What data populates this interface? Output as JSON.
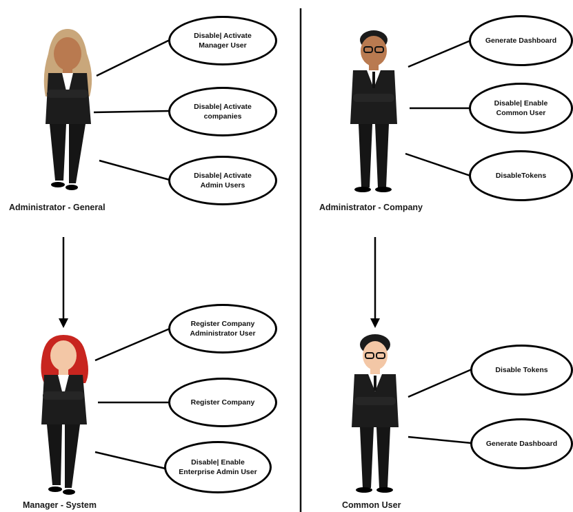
{
  "quadrants": [
    {
      "id": "admin-general",
      "role": "Administrator - General",
      "actions": [
        "Disable| Activate\nManager User",
        "Disable| Activate\ncompanies",
        "Disable| Activate\nAdmin Users"
      ]
    },
    {
      "id": "admin-company",
      "role": "Administrator - Company",
      "actions": [
        "Generate Dashboard",
        "Disable| Enable\nCommon User",
        "DisableTokens"
      ]
    },
    {
      "id": "manager-system",
      "role": "Manager - System",
      "actions": [
        "Register Company\nAdministrator User",
        "Register Company",
        "Disable| Enable\nEnterprise Admin User"
      ]
    },
    {
      "id": "common-user",
      "role": "Common User",
      "actions": [
        "Disable Tokens",
        "Generate Dashboard"
      ]
    }
  ],
  "colors": {
    "line": "#000000",
    "suit": "#1c1c1c",
    "shirt": "#ffffff",
    "skin_light": "#f3c7a6",
    "skin_brown": "#b97a50",
    "hair_blonde": "#c9a77b",
    "hair_red": "#c8251f",
    "hair_black": "#1b1b1b"
  }
}
